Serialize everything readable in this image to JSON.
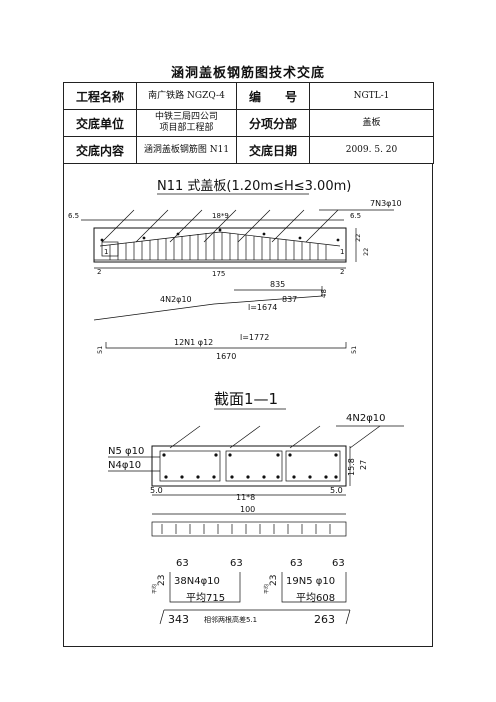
{
  "doc_title": "涵洞盖板钢筋图技术交底",
  "header": {
    "project_name_label": "工程名称",
    "project_name_value": "南广铁路 NGZQ-4",
    "code_label": "编　　号",
    "code_value": "NGTL-1",
    "unit_label": "交底单位",
    "unit_value_line1": "中铁三局四公司",
    "unit_value_line2": "项目部工程部",
    "subproject_label": "分项分部",
    "subproject_value": "盖板",
    "content_label": "交底内容",
    "content_value": "涵洞盖板钢筋图 N11",
    "date_label": "交底日期",
    "date_value": "2009. 5. 20"
  },
  "drawing": {
    "plan_title": "N11 式盖板(1.20m≤H≤3.00m)",
    "label_7n3": "7N3φ10",
    "dim_6_5_left": "6.5",
    "dim_6_5_right": "6.5",
    "dim_18x9": "18*9",
    "dim_175": "175",
    "dim_22_a": "22",
    "dim_22_b": "22",
    "label_1_left": "1",
    "label_1_right": "1",
    "label_2_left": "2",
    "label_2_right": "2",
    "dim_835": "835",
    "dim_837": "837",
    "dim_48": "48",
    "label_4n2": "4N2φ10",
    "l_1674": "l=1674",
    "l_1772": "l=1772",
    "label_12n1": "12N1 φ12",
    "dim_1670": "1670",
    "dim_51_left": "51",
    "dim_51_right": "51",
    "section_title": "截面1—1",
    "label_4n2_section": "4N2φ10",
    "label_n5": "N5 φ10",
    "label_n4": "N4φ10",
    "dim_5_0_left": "5.0",
    "dim_5_0_right": "5.0",
    "dim_11x8": "11*8",
    "dim_100": "100",
    "dim_15_8": "15.8",
    "dim_27": "27",
    "dim_63_1": "63",
    "dim_63_2": "63",
    "dim_63_3": "63",
    "dim_63_4": "63",
    "dim_23_a": "23",
    "dim_23_b": "23",
    "label_38n4": "38N4φ10",
    "label_19n5": "19N5 φ10",
    "avg_715": "平均715",
    "avg_608": "平均608",
    "dim_343": "343",
    "label_diff": "相邻两根高差5.1",
    "dim_263": "263",
    "side_note_a": "平均",
    "side_note_b": "平均"
  }
}
